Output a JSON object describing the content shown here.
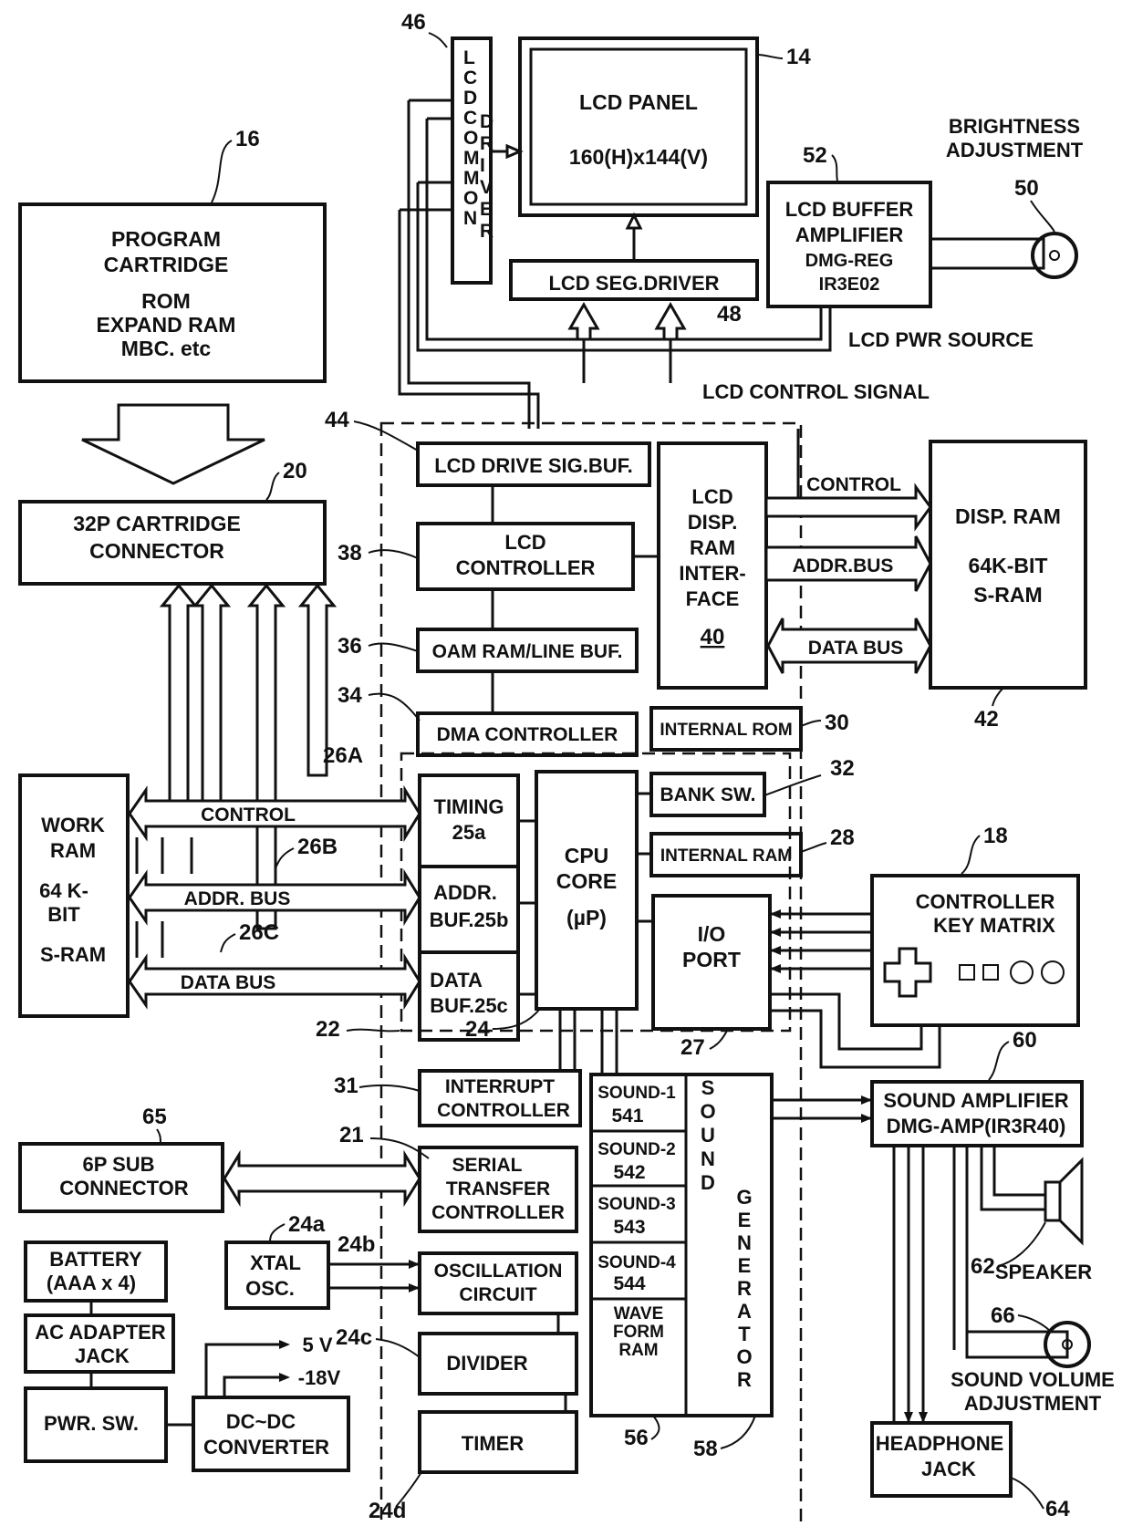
{
  "blocks": {
    "lcd_common_driver_left": "LCD COMMON",
    "lcd_common_driver_right": "DRIVER",
    "lcd_panel": [
      "LCD PANEL",
      "160(H)x144(V)"
    ],
    "lcd_seg_driver": "LCD SEG.DRIVER",
    "lcd_buffer_amp": [
      "LCD BUFFER",
      "AMPLIFIER",
      "DMG-REG",
      "IR3E02"
    ],
    "brightness_label": [
      "BRIGHTNESS",
      "ADJUSTMENT"
    ],
    "program_cartridge": [
      "PROGRAM",
      "CARTRIDGE",
      "ROM",
      "EXPAND RAM",
      "MBC. etc"
    ],
    "cartridge_connector": [
      "32P CARTRIDGE",
      "CONNECTOR"
    ],
    "lcd_pwr_source": "LCD PWR SOURCE",
    "lcd_control_signal": "LCD CONTROL SIGNAL",
    "lcd_drive_sig_buf": "LCD DRIVE SIG.BUF.",
    "lcd_controller": [
      "LCD",
      "CONTROLLER"
    ],
    "oam_ram": "OAM RAM/LINE BUF.",
    "dma_controller": "DMA CONTROLLER",
    "internal_rom": "INTERNAL ROM",
    "lcd_disp_ram_interface": [
      "LCD",
      "DISP.",
      "RAM",
      "INTER-",
      "FACE",
      "40"
    ],
    "disp_ram": [
      "DISP. RAM",
      "64K-BIT",
      "S-RAM"
    ],
    "control_bus_label": "CONTROL",
    "addr_bus_label": "ADDR.BUS",
    "data_bus_label": "DATA BUS",
    "work_ram": [
      "WORK",
      "RAM",
      "64 K-",
      "BIT",
      "S-RAM"
    ],
    "work_control": "CONTROL",
    "work_addr_bus": "ADDR. BUS",
    "work_data_bus": "DATA BUS",
    "timing": [
      "TIMING",
      "25a"
    ],
    "addr_buf": [
      "ADDR.",
      "BUF.25b"
    ],
    "data_buf": [
      "DATA",
      "BUF.25c"
    ],
    "cpu_core": [
      "CPU",
      "CORE",
      "(µP)"
    ],
    "bank_sw": "BANK SW.",
    "internal_ram": "INTERNAL RAM",
    "io_port": [
      "I/O",
      "PORT"
    ],
    "controller_key_matrix": [
      "CONTROLLER",
      "KEY MATRIX"
    ],
    "interrupt_controller": [
      "INTERRUPT",
      "CONTROLLER"
    ],
    "serial_transfer": [
      "SERIAL",
      "TRANSFER",
      "CONTROLLER"
    ],
    "oscillation_circuit": [
      "OSCILLATION",
      "CIRCUIT"
    ],
    "divider": "DIVIDER",
    "timer": "TIMER",
    "sound_channels": [
      [
        "SOUND-1",
        "541"
      ],
      [
        "SOUND-2",
        "542"
      ],
      [
        "SOUND-3",
        "543"
      ],
      [
        "SOUND-4",
        "544"
      ],
      [
        "WAVE",
        "FORM",
        "RAM"
      ]
    ],
    "sound_generator_left": "SOUND",
    "sound_generator_right": "GENERATOR",
    "sound_amplifier": [
      "SOUND AMPLIFIER",
      "DMG-AMP(IR3R40)"
    ],
    "speaker_label": "SPEAKER",
    "sound_volume": [
      "SOUND VOLUME",
      "ADJUSTMENT"
    ],
    "headphone_jack": [
      "HEADPHONE",
      "JACK"
    ],
    "sub_connector": [
      "6P SUB",
      "CONNECTOR"
    ],
    "xtal_osc": [
      "XTAL",
      "OSC."
    ],
    "battery": [
      "BATTERY",
      "(AAA x 4)"
    ],
    "ac_adapter": [
      "AC ADAPTER",
      "JACK"
    ],
    "pwr_sw": "PWR. SW.",
    "dc_dc": [
      "DC~DC",
      "CONVERTER"
    ],
    "v5": "5 V",
    "v18": "-18V"
  },
  "refs": {
    "r46": "46",
    "r14": "14",
    "r16": "16",
    "r52": "52",
    "r50": "50",
    "r48": "48",
    "r20": "20",
    "r44": "44",
    "r38": "38",
    "r36": "36",
    "r34": "34",
    "r30": "30",
    "r26a": "26A",
    "r32": "32",
    "r26b": "26B",
    "r28": "28",
    "r18": "18",
    "r26c": "26C",
    "r42": "42",
    "r22": "22",
    "r24": "24",
    "r27": "27",
    "r60": "60",
    "r31": "31",
    "r65": "65",
    "r21": "21",
    "r24a": "24a",
    "r24b": "24b",
    "r24c": "24c",
    "r62": "62",
    "r66": "66",
    "r56": "56",
    "r58": "58",
    "r64": "64",
    "r24d": "24d"
  },
  "key_symbols": [
    "□",
    "□",
    "○",
    "○"
  ]
}
